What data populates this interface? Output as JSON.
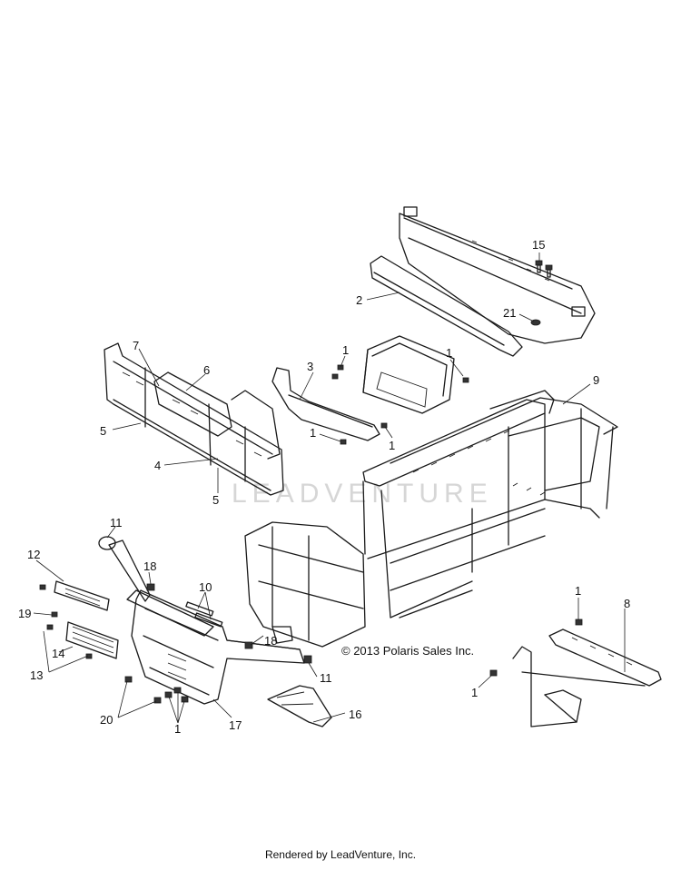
{
  "watermark": "LEADVENTURE",
  "copyright": "© 2013 Polaris Sales Inc.",
  "footer": "Rendered by LeadVenture, Inc.",
  "callouts": {
    "c15": "15",
    "c2": "2",
    "c21": "21",
    "c7": "7",
    "c6": "6",
    "c5a": "5",
    "c5b": "5",
    "c4": "4",
    "c3": "3",
    "c1a": "1",
    "c1b": "1",
    "c1c": "1",
    "c1d": "1",
    "c9": "9",
    "c11a": "11",
    "c12": "12",
    "c18a": "18",
    "c10": "10",
    "c19": "19",
    "c14": "14",
    "c13": "13",
    "c18b": "18",
    "c11b": "11",
    "c20": "20",
    "c1e": "1",
    "c17": "17",
    "c16": "16",
    "c1f": "1",
    "c8": "8",
    "c1g": "1"
  }
}
